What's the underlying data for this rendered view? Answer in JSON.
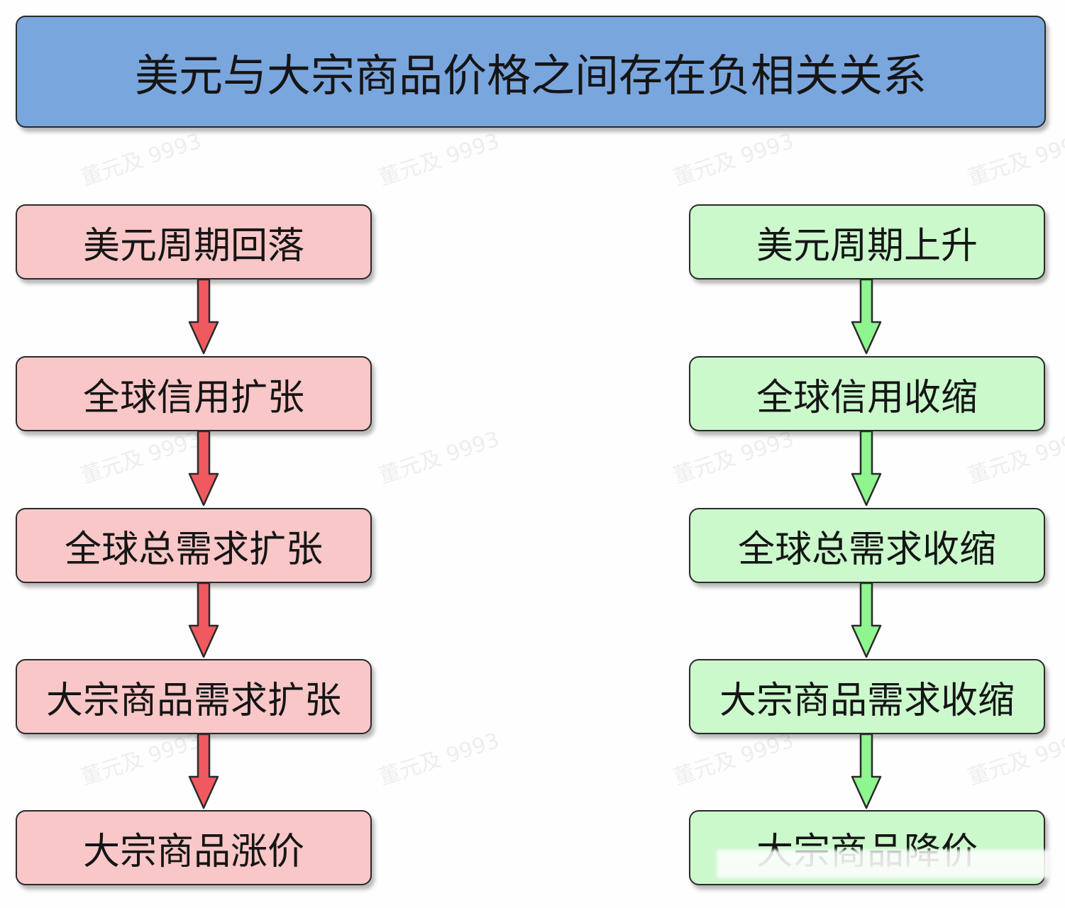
{
  "title": "美元与大宗商品价格之间存在负相关关系",
  "left_chain": [
    "美元周期回落",
    "全球信用扩张",
    "全球总需求扩张",
    "大宗商品需求扩张",
    "大宗商品涨价"
  ],
  "right_chain": [
    "美元周期上升",
    "全球信用收缩",
    "全球总需求收缩",
    "大宗商品需求收缩",
    "大宗商品降价"
  ],
  "colors": {
    "title_fill": "#7aa6de",
    "left_fill": "#f9c7c8",
    "right_fill": "#cbf9cc",
    "left_arrow": "#f05a5f",
    "right_arrow": "#8ef58f"
  },
  "watermark_text": "董元及 9993"
}
